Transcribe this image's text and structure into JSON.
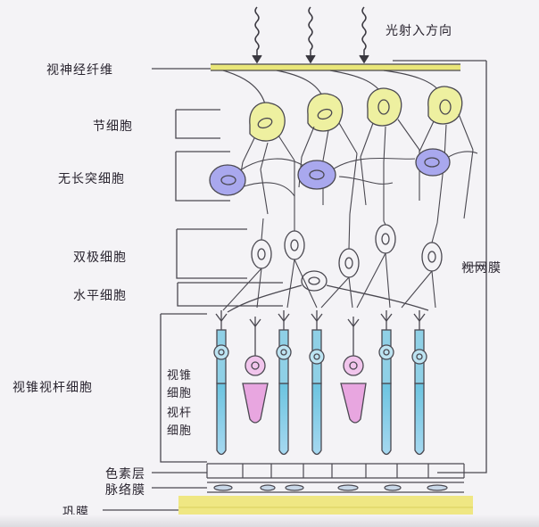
{
  "diagram": {
    "light_direction": "光射入方向",
    "layers": {
      "optic_nerve_fibers": "视神经纤维",
      "ganglion_cells": "节细胞",
      "amacrine_cells": "无长突细胞",
      "bipolar_cells": "双极细胞",
      "horizontal_cells": "水平细胞",
      "rods_and_cones": "视锥视杆细胞",
      "retina": "视网膜",
      "pigment_layer": "色素层",
      "choroid": "脉络膜",
      "sclera": "巩膜"
    },
    "sublabels": {
      "cone_cell": "视锥\n细胞",
      "rod_cell": "视杆\n细胞"
    },
    "colors": {
      "ganglion": "#eef0a0",
      "amacrine": "#a9a8ee",
      "cone": "#e8a6e0",
      "rod": "#8fd0e6",
      "sclera": "#efe783",
      "line": "#4a4850"
    }
  }
}
